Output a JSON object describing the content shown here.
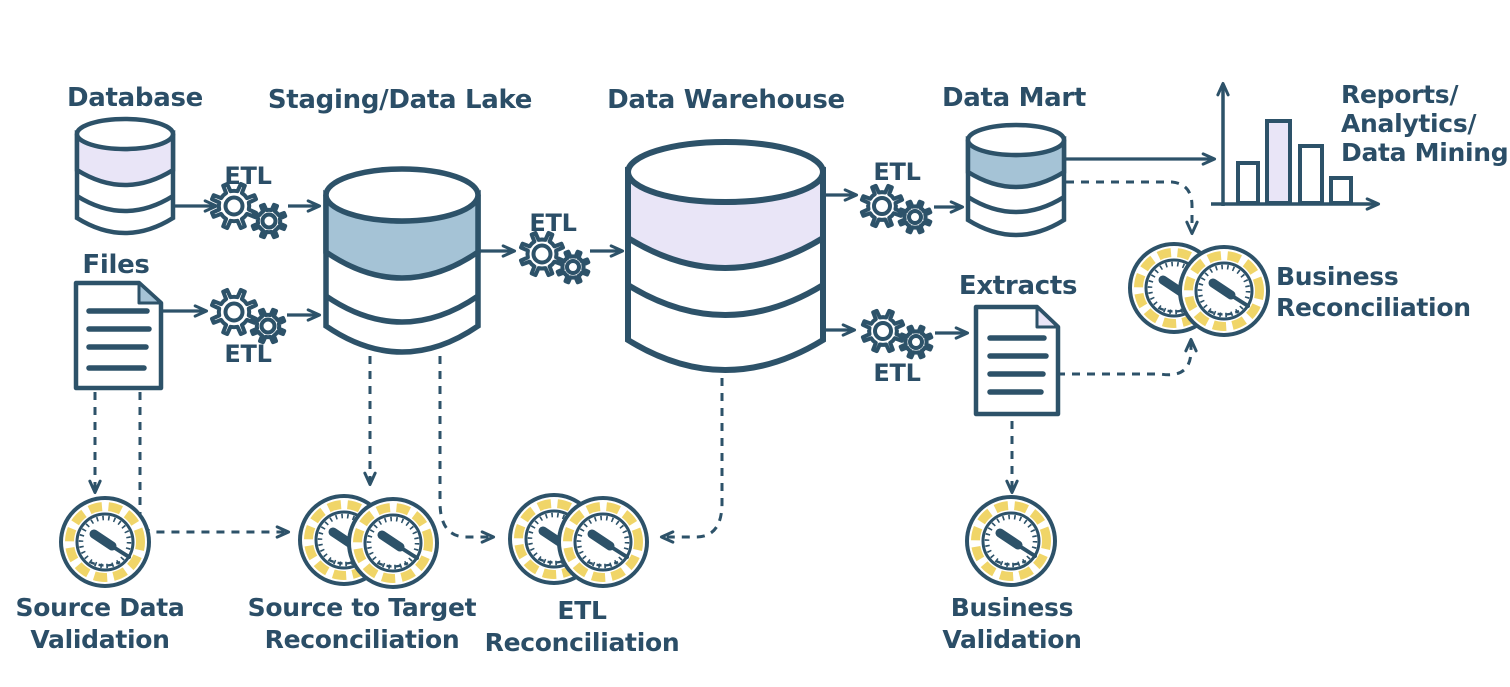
{
  "colors": {
    "ink": "#2d5269",
    "lavender": "#e9e5f7",
    "steel_blue": "#a5c3d6",
    "gauge_yellow": "#f0d568",
    "background": "#ffffff"
  },
  "icons": {
    "database": "cylinder-icon",
    "files": "document-icon",
    "staging": "cylinder-icon",
    "warehouse": "cylinder-icon",
    "mart": "cylinder-icon",
    "extracts": "document-icon",
    "etl": "gears-icon",
    "reports": "bar-chart-icon",
    "check": "gauge-icon"
  },
  "nodes": {
    "database": {
      "label": "Database"
    },
    "files": {
      "label": "Files"
    },
    "staging": {
      "label": "Staging/Data Lake"
    },
    "warehouse": {
      "label": "Data Warehouse"
    },
    "mart": {
      "label": "Data Mart"
    },
    "extracts": {
      "label": "Extracts"
    },
    "reports": {
      "line1": "Reports/",
      "line2": "Analytics/",
      "line3": "Data Mining"
    }
  },
  "etl_labels": {
    "db_staging": "ETL",
    "files_staging": "ETL",
    "staging_wh": "ETL",
    "wh_mart": "ETL",
    "wh_extracts": "ETL"
  },
  "checks": {
    "source_data_validation": {
      "line1": "Source Data",
      "line2": "Validation"
    },
    "source_to_target": {
      "line1": "Source to Target",
      "line2": "Reconciliation"
    },
    "etl_reconciliation": {
      "line1": "ETL",
      "line2": "Reconciliation"
    },
    "business_validation": {
      "line1": "Business",
      "line2": "Validation"
    },
    "business_reconciliation": {
      "line1": "Business",
      "line2": "Reconciliation"
    }
  }
}
